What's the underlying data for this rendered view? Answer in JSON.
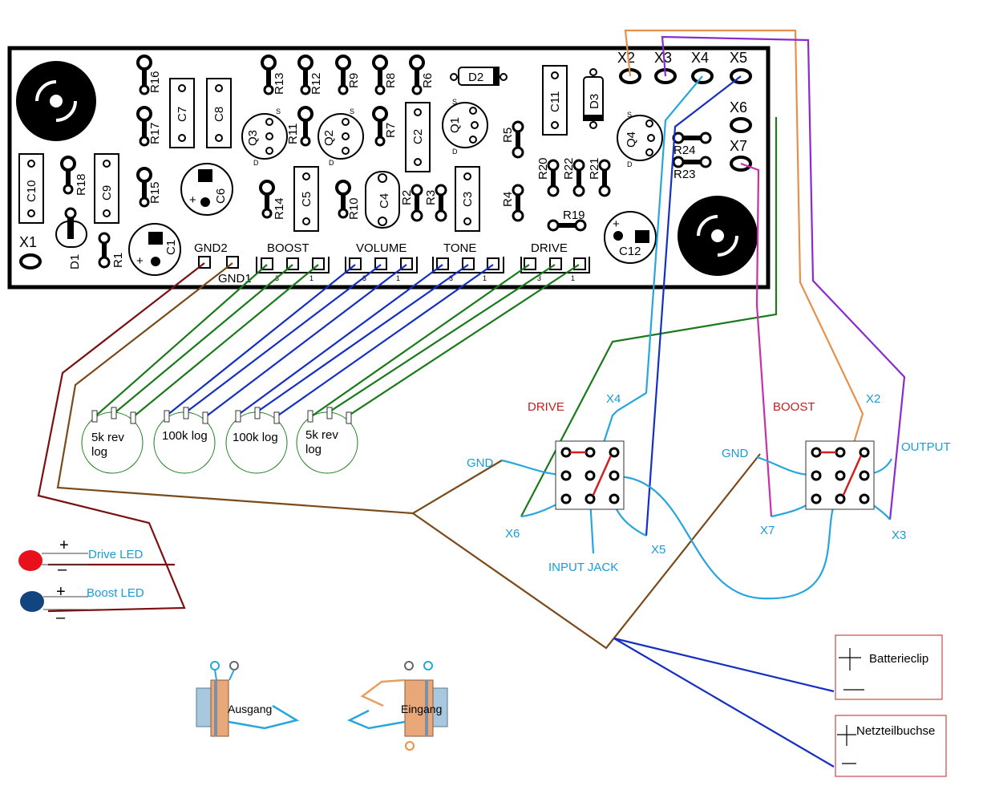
{
  "board": {
    "terminals": [
      "X1",
      "X2",
      "X3",
      "X4",
      "X5",
      "X6",
      "X7"
    ],
    "resistors": [
      "R16",
      "R13",
      "R12",
      "R9",
      "R8",
      "R6",
      "R17",
      "R11",
      "R7",
      "R5",
      "R18",
      "R15",
      "R14",
      "R10",
      "R2",
      "R3",
      "R4",
      "R20",
      "R22",
      "R21",
      "R24",
      "R23",
      "R19",
      "R1"
    ],
    "caps": [
      "C7",
      "C8",
      "C10",
      "C9",
      "C2",
      "C11",
      "C5",
      "C3",
      "C6",
      "C1",
      "C4",
      "C12"
    ],
    "transistors": [
      "Q3",
      "Q2",
      "Q1",
      "Q4"
    ],
    "diodes": [
      "D2",
      "D3",
      "D1"
    ],
    "headers": [
      "GND2",
      "GND1",
      "BOOST",
      "VOLUME",
      "TONE",
      "DRIVE"
    ],
    "pin_s": "S",
    "pin_d": "D",
    "pin_3": "3",
    "pin_1": "1",
    "plus": "+"
  },
  "pots": [
    {
      "line1": "5k rev",
      "line2": "log"
    },
    {
      "line1": "100k log",
      "line2": ""
    },
    {
      "line1": "100k log",
      "line2": ""
    },
    {
      "line1": "5k rev",
      "line2": "log"
    }
  ],
  "switch_drive": {
    "title": "DRIVE",
    "x4": "X4",
    "gnd": "GND",
    "x6": "X6",
    "x5": "X5",
    "input": "INPUT JACK"
  },
  "switch_boost": {
    "title": "BOOST",
    "x2": "X2",
    "gnd": "GND",
    "output": "OUTPUT",
    "x7": "X7",
    "x3": "X3"
  },
  "leds": [
    {
      "label": "Drive LED",
      "color": "#e8101a",
      "plus": "+",
      "minus": "–"
    },
    {
      "label": "Boost LED",
      "color": "#12447f",
      "plus": "+",
      "minus": "–"
    }
  ],
  "jacks": {
    "out": "Ausgang",
    "in": "Eingang"
  },
  "power": [
    {
      "label": "Batterieclip"
    },
    {
      "label": "Netzteilbuchse"
    }
  ]
}
